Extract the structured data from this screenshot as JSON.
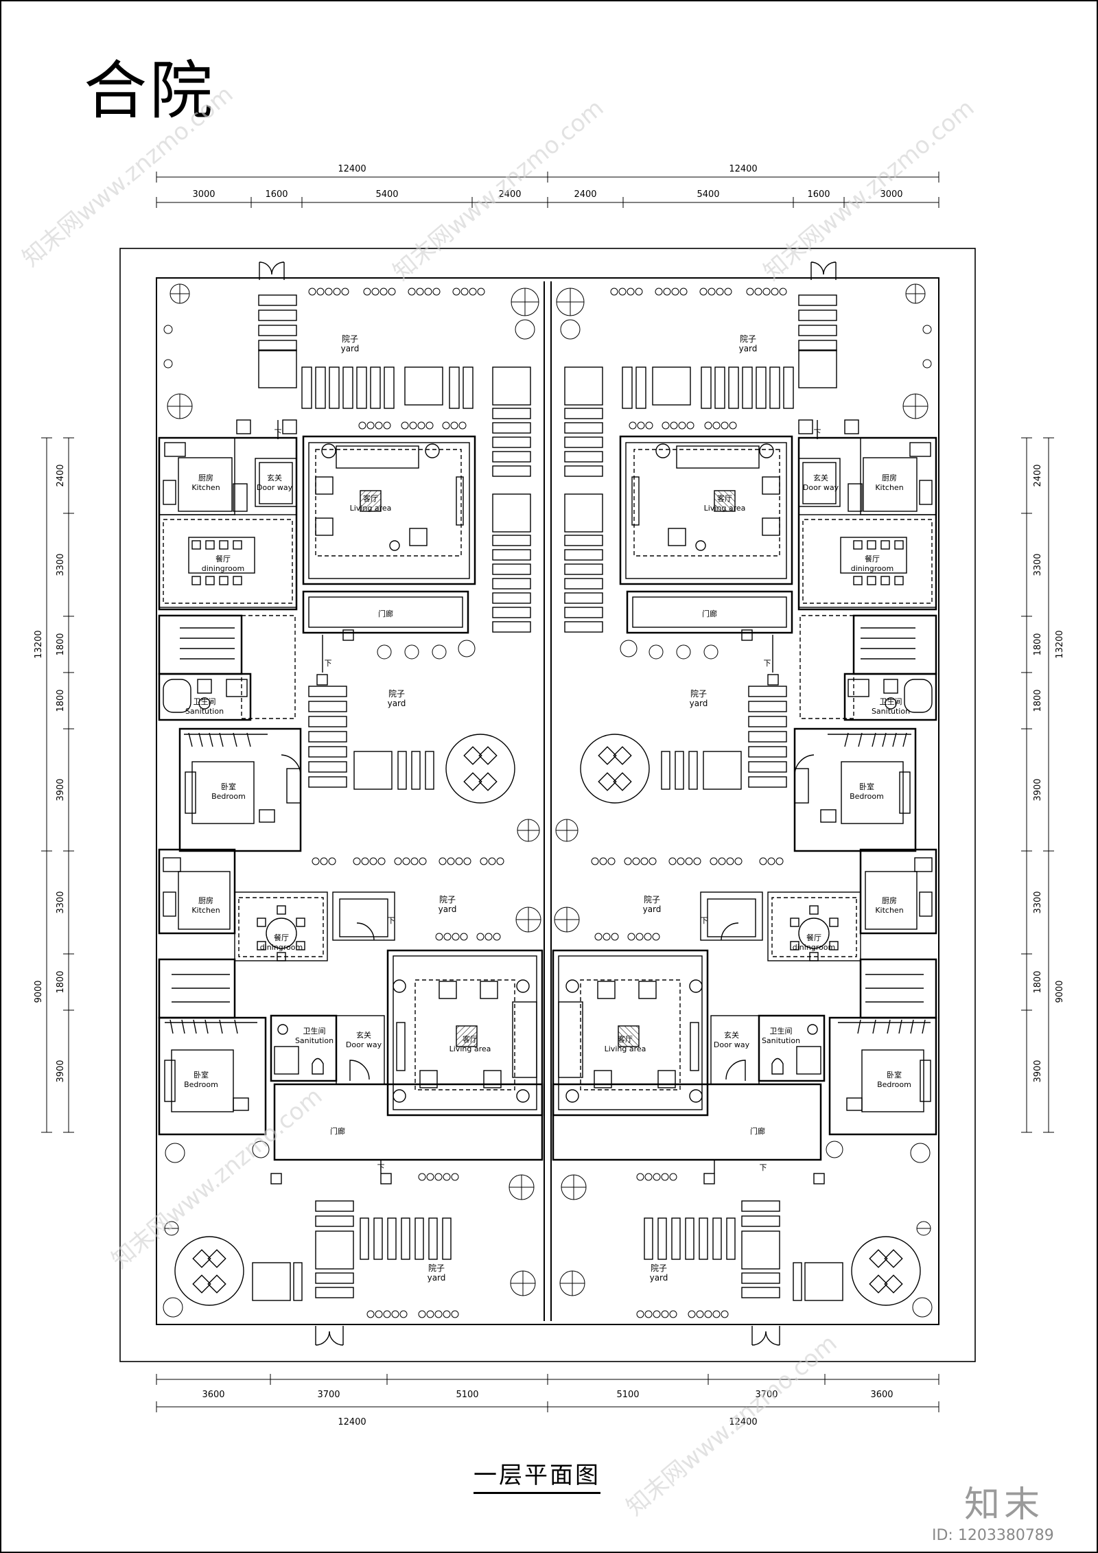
{
  "title": "合院",
  "caption": "一层平面图",
  "logo_text": "知末",
  "image_id": "ID: 1203380789",
  "watermark": "知末网www.znzmo.com",
  "dimensions": {
    "top_total": [
      "12400",
      "12400"
    ],
    "top_segments": [
      "3000",
      "1600",
      "5400",
      "2400",
      "2400",
      "5400",
      "1600",
      "3000"
    ],
    "bottom_segments": [
      "3600",
      "3700",
      "5100",
      "5100",
      "3700",
      "3600"
    ],
    "bottom_total": [
      "12400",
      "12400"
    ],
    "left_total": [
      "13200",
      "9000"
    ],
    "left_segments": [
      "2400",
      "3300",
      "1800",
      "1800",
      "3900",
      "3300",
      "1800",
      "3900"
    ],
    "right_total": [
      "13200",
      "9000"
    ],
    "right_segments": [
      "2400",
      "3300",
      "1800",
      "1800",
      "3900",
      "3300",
      "1800",
      "3900"
    ]
  },
  "rooms": {
    "yard_cn": "院子",
    "yard_en": "yard",
    "kitchen_cn": "厨房",
    "kitchen_en": "Kitchen",
    "doorway_cn": "玄关",
    "doorway_en": "Door way",
    "living_cn": "客厅",
    "living_en": "Living area",
    "dining_cn": "餐厅",
    "dining_en": "diningroom",
    "porch_cn": "门廊",
    "sanitation_cn": "卫生间",
    "sanitation_en": "Sanitution",
    "bedroom_cn": "卧室",
    "bedroom_en": "Bedroom",
    "down_arrow": "下"
  }
}
